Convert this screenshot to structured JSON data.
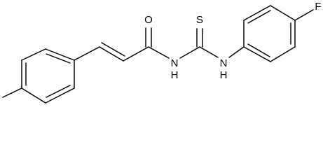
{
  "atoms": {
    "oxygen": "O",
    "sulfur": "S",
    "fluorine": "F",
    "imide_nitrogen": "N",
    "imide_hydrogen": "H",
    "amine_nitrogen": "N",
    "amine_hydrogen": "H"
  },
  "colors": {
    "background": "#ffffff",
    "ink": "#000000"
  }
}
